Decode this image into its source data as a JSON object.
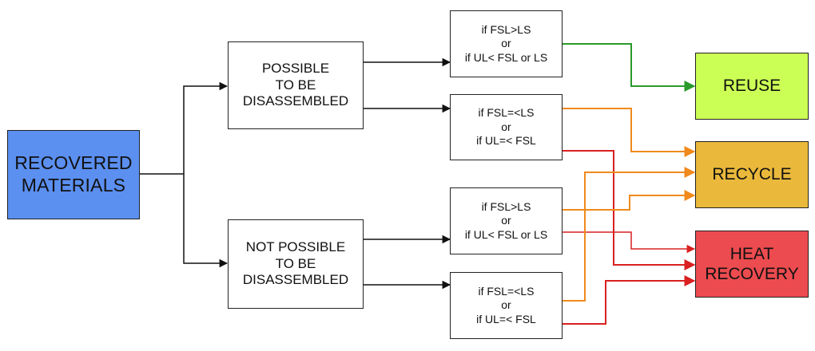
{
  "diagram": {
    "source": {
      "lines": [
        "RECOVERED",
        "MATERIALS"
      ],
      "color": "#5b8ff0"
    },
    "branches": [
      {
        "lines": [
          "POSSIBLE",
          "TO BE",
          "DISASSEMBLED"
        ]
      },
      {
        "lines": [
          "NOT POSSIBLE",
          "TO BE",
          "DISASSEMBLED"
        ]
      }
    ],
    "conditions": [
      {
        "lines": [
          "if FSL>LS",
          "or",
          "if UL< FSL or LS"
        ]
      },
      {
        "lines": [
          "if FSL=<LS",
          "or",
          "if UL=< FSL"
        ]
      },
      {
        "lines": [
          "if FSL>LS",
          "or",
          "if UL< FSL or LS"
        ]
      },
      {
        "lines": [
          "if FSL=<LS",
          "or",
          "if UL=< FSL"
        ]
      }
    ],
    "outcomes": [
      {
        "lines": [
          "REUSE"
        ],
        "color": "#ccff55"
      },
      {
        "lines": [
          "RECYCLE"
        ],
        "color": "#eab93b"
      },
      {
        "lines": [
          "HEAT",
          "RECOVERY"
        ],
        "color": "#ec4b4f"
      }
    ],
    "arrow_colors": {
      "reuse": "#2a9a2a",
      "recycle": "#f08a1c",
      "heat": "#d92020",
      "neutral": "#111111"
    }
  }
}
